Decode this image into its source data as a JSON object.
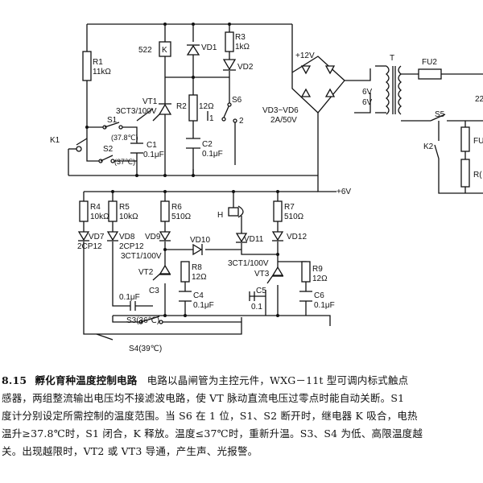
{
  "diagram": {
    "top": {
      "R1": "R1",
      "R1_val": "11kΩ",
      "relay_id": "522",
      "relay_k": "K",
      "VD1": "VD1",
      "R3": "R3",
      "R3_val": "1kΩ",
      "VD2": "VD2",
      "plus12v": "+12V",
      "VT1": "VT1",
      "VT1_part": "3CT3/100V",
      "R2": "R2",
      "R2_val": "12Ω",
      "S6": "S6",
      "S6_p1": "1",
      "S6_p2": "2",
      "C2": "C2",
      "C2_val": "0.1μF",
      "K1": "K1",
      "S1": "S1",
      "S1_temp": "(37.8℃)",
      "S2": "S2",
      "S2_temp": "(37℃)",
      "C1": "C1",
      "C1_val": "0.1μF",
      "bridge": "VD3~VD6",
      "bridge_rating": "2A/50V",
      "T": "T",
      "tap1": "6V",
      "tap2": "6V",
      "FU2": "FU2",
      "S5": "S5",
      "K2": "K2",
      "R_partial": "R(",
      "FU_partial": "FU",
      "v22": "22",
      "plus6v": "+6V"
    },
    "bottom": {
      "R4": "R4",
      "R4_val": "10kΩ",
      "R5": "R5",
      "R5_val": "10kΩ",
      "R6": "R6",
      "R6_val": "510Ω",
      "H": "H",
      "R7": "R7",
      "R7_val": "510Ω",
      "VD7": "VD7",
      "VD7_part": "2CP12",
      "VD8": "VD8",
      "VD8_part": "2CP12",
      "VD9": "VD9",
      "VD10": "VD10",
      "VD11": "VD11",
      "VD12": "VD12",
      "part_3ct1": "3CT1/100V",
      "part_3ct1_b": "3CT1/100V",
      "VT2": "VT2",
      "VT3": "VT3",
      "R8": "R8",
      "R8_val": "12Ω",
      "R9": "R9",
      "R9_val": "12Ω",
      "C3": "C3",
      "C3_val": "0.1μF",
      "C4": "C4",
      "C4_val": "0.1μF",
      "C5": "C5",
      "C5_val": "0.1",
      "C6": "C6",
      "C6_val": "0.1μF",
      "S3": "S3(36℃)",
      "S4": "S4(39℃)"
    }
  },
  "caption": {
    "number": "8.15",
    "title": "孵化育种温度控制电路",
    "lines": [
      "电路以晶闸管为主控元件，WXG－11t 型可调内标式触点",
      "感器，两组整流输出电压均不接滤波电路，使 VT 脉动直流电压过零点时能自动关断。S1",
      "度计分别设定所需控制的温度范围。当 S6 在 1 位，S1、S2 断开时，继电器 K 吸合，电热",
      "温升≥37.8℃时，S1 闭合，K 释放。温度≤37℃时，重新升温。S3、S4 为低、高限温度越",
      "关。出现越限时，VT2 或 VT3 导通，产生声、光报警。"
    ]
  }
}
